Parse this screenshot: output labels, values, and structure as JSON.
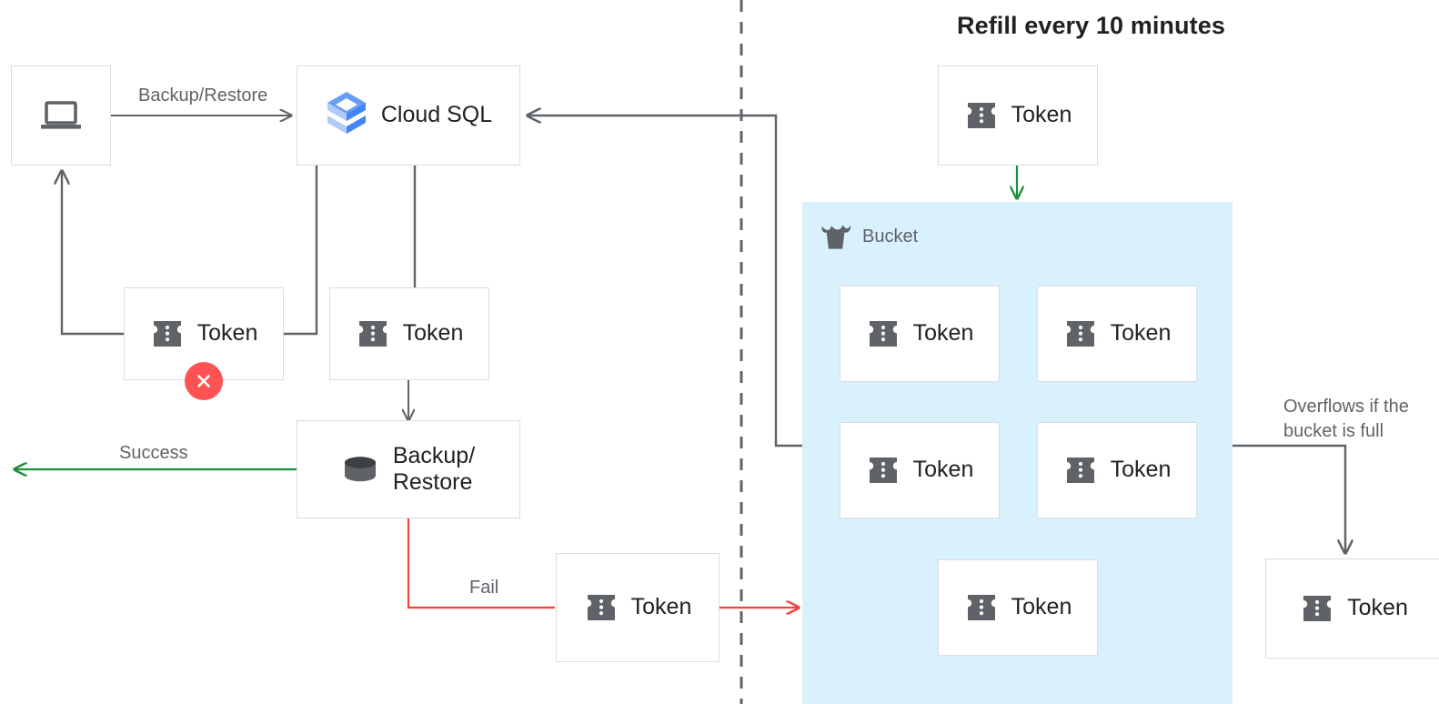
{
  "title": "Refill every 10 minutes",
  "bucket": {
    "label": "Bucket",
    "icon": "bucket-icon",
    "fill_color": "#d9f0fd",
    "tokens": [
      {
        "label": "Token"
      },
      {
        "label": "Token"
      },
      {
        "label": "Token"
      },
      {
        "label": "Token"
      },
      {
        "label": "Token"
      }
    ]
  },
  "nodes": {
    "client": {
      "label": "",
      "icon": "laptop-icon"
    },
    "cloud_sql": {
      "label": "Cloud SQL",
      "icon": "cloud-sql-icon"
    },
    "token_failed": {
      "label": "Token",
      "icon": "token-icon",
      "status_icon": "error-x-icon"
    },
    "token_request": {
      "label": "Token",
      "icon": "token-icon"
    },
    "backup_restore": {
      "label": "Backup/\nRestore",
      "icon": "database-icon"
    },
    "token_fail_out": {
      "label": "Token",
      "icon": "token-icon"
    },
    "token_refill": {
      "label": "Token",
      "icon": "token-icon"
    },
    "token_overflow": {
      "label": "Token",
      "icon": "token-icon"
    }
  },
  "edges": {
    "backup_restore_label": "Backup/Restore",
    "success_label": "Success",
    "fail_label": "Fail",
    "overflow_label": "Overflows if the\nbucket is full"
  },
  "colors": {
    "success": "#1e8e3e",
    "fail": "#f4443b",
    "neutral_line": "#5f6368",
    "box_border": "#dadce0",
    "error_badge": "#ff5252",
    "bucket_fill": "#d9f0fd",
    "text_primary": "#202124",
    "text_secondary": "#5f6368"
  }
}
